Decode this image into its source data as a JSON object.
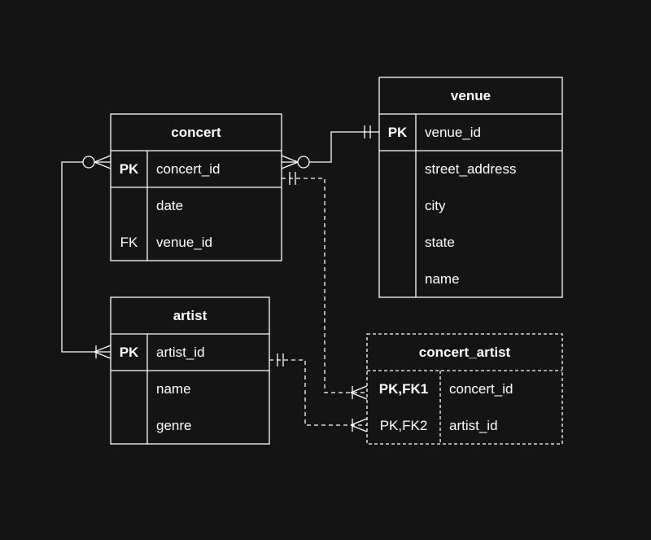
{
  "colors": {
    "background": "#141414",
    "stroke": "#ffffff",
    "text": "#ffffff"
  },
  "entities": {
    "concert": {
      "name": "concert",
      "rows": [
        {
          "key": "PK",
          "field": "concert_id"
        },
        {
          "key": "",
          "field": "date"
        },
        {
          "key": "FK",
          "field": "venue_id"
        }
      ]
    },
    "venue": {
      "name": "venue",
      "rows": [
        {
          "key": "PK",
          "field": "venue_id"
        },
        {
          "key": "",
          "field": "street_address"
        },
        {
          "key": "",
          "field": "city"
        },
        {
          "key": "",
          "field": "state"
        },
        {
          "key": "",
          "field": "name"
        }
      ]
    },
    "artist": {
      "name": "artist",
      "rows": [
        {
          "key": "PK",
          "field": "artist_id"
        },
        {
          "key": "",
          "field": "name"
        },
        {
          "key": "",
          "field": "genre"
        }
      ]
    },
    "concert_artist": {
      "name": "concert_artist",
      "rows": [
        {
          "key": "PK,FK1",
          "field": "concert_id"
        },
        {
          "key": "PK,FK2",
          "field": "artist_id"
        }
      ]
    }
  },
  "relationships": [
    {
      "from": "concert.venue_id",
      "to": "venue.venue_id",
      "from_cardinality": "zero-or-many",
      "to_cardinality": "exactly-one",
      "style": "solid"
    },
    {
      "from": "concert",
      "to": "artist",
      "from_cardinality": "zero-or-many",
      "to_cardinality": "one-or-many",
      "style": "solid"
    },
    {
      "from": "concert.concert_id",
      "to": "concert_artist.concert_id",
      "from_cardinality": "exactly-one",
      "to_cardinality": "one-or-many",
      "style": "dashed"
    },
    {
      "from": "artist.artist_id",
      "to": "concert_artist.artist_id",
      "from_cardinality": "exactly-one",
      "to_cardinality": "one-or-many",
      "style": "dashed"
    }
  ]
}
